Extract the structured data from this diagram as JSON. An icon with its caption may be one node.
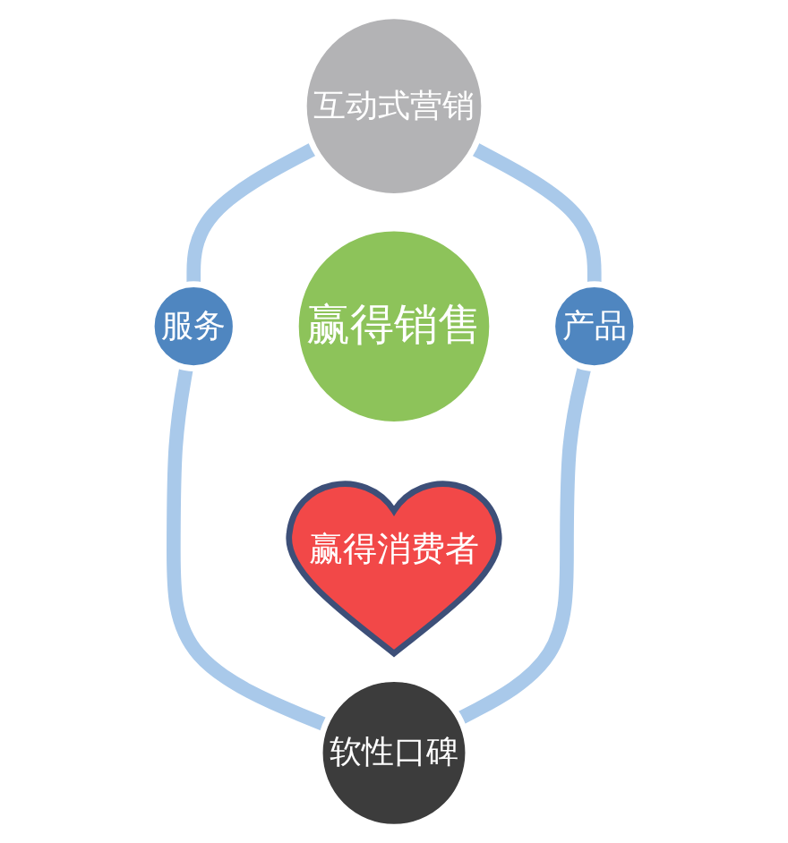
{
  "diagram": {
    "nodes": [
      {
        "text": [
          "互动式营销"
        ]
      },
      {
        "text": [
          "服务"
        ]
      },
      {
        "text": [
          "赢得销售"
        ]
      },
      {
        "text": [
          "产品"
        ]
      },
      {
        "text": [
          "赢得消费者"
        ]
      },
      {
        "text": [
          "软性口碑"
        ]
      }
    ],
    "edges": [
      {
        "from": 0,
        "to": 1,
        "arrow": "none"
      },
      {
        "from": 0,
        "to": 3,
        "arrow": "none"
      },
      {
        "from": 1,
        "to": 5,
        "arrow": "none"
      },
      {
        "from": 3,
        "to": 5,
        "arrow": "none"
      }
    ]
  }
}
